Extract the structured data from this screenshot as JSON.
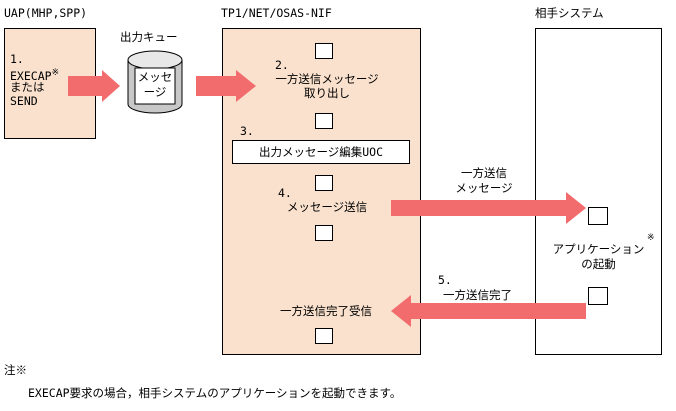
{
  "columns": {
    "uap": "UAP(MHP,SPP)",
    "queue": "出力キュー",
    "nif": "TP1/NET/OSAS-NIF",
    "partner": "相手システム"
  },
  "uap_box": {
    "step": "1.",
    "line1": "EXECAP",
    "mark": "※",
    "line2": "または",
    "line3": "SEND"
  },
  "queue_cylinder": {
    "line1": "メッセ",
    "line2": "ージ"
  },
  "steps": {
    "s2_num": "2.",
    "s2_line1": "一方送信メッセージ",
    "s2_line2": "取り出し",
    "s3_num": "3.",
    "s3_box": "出力メッセージ編集UOC",
    "s4_num": "4.",
    "s4_text": "メッセージ送信",
    "s4_arrow_line1": "一方送信",
    "s4_arrow_line2": "メッセージ",
    "s5_num": "5.",
    "s5_arrow": "一方送信完了",
    "s5_text": "一方送信完了受信"
  },
  "partner_box": {
    "app_line1": "アプリケーション",
    "mark": "※",
    "app_line2": "の起動"
  },
  "note": {
    "title": "注※",
    "body": "EXECAP要求の場合，相手システムのアプリケーションを起動できます。"
  },
  "colors": {
    "box_fill": "#f9e1cd",
    "arrow_fill": "#f26c6e",
    "line": "#000000"
  }
}
